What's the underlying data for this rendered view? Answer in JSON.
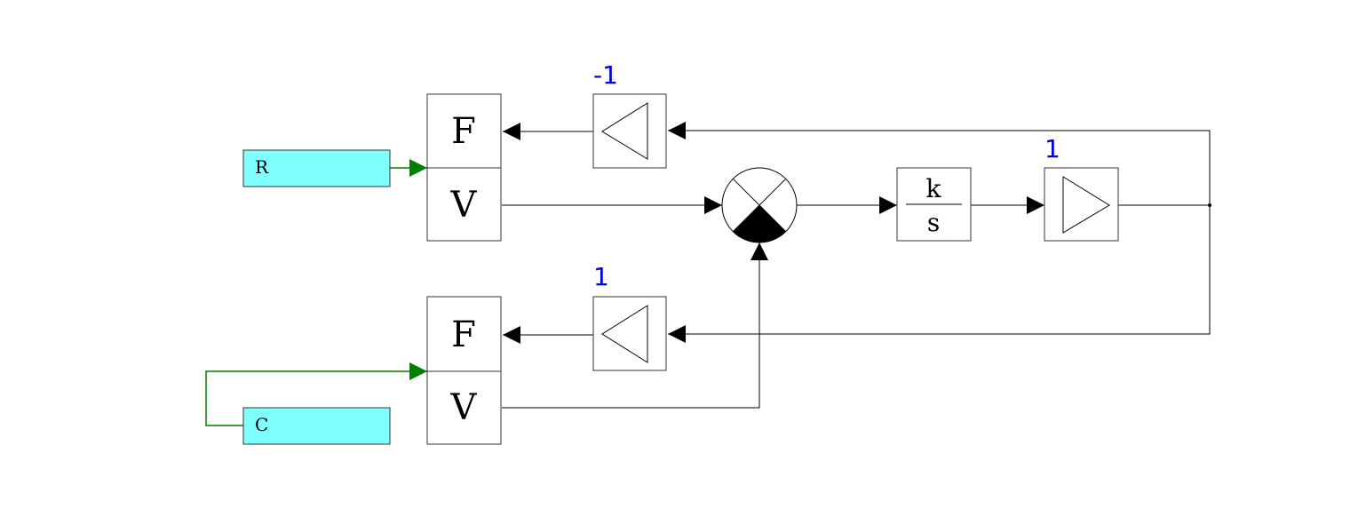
{
  "blocks": {
    "input_r": {
      "label": "R",
      "color": "#80ffff"
    },
    "input_c": {
      "label": "C",
      "color": "#80ffff"
    },
    "upper_fv": {
      "top": "F",
      "bottom": "V"
    },
    "lower_fv": {
      "top": "F",
      "bottom": "V"
    },
    "upper_gain": {
      "value": "-1"
    },
    "lower_gain": {
      "value": "1"
    },
    "output_gain": {
      "value": "1"
    },
    "integrator": {
      "numerator": "k",
      "denominator": "s"
    }
  },
  "colors": {
    "param_text": "#0000e0",
    "signal_wire": "#008000",
    "wire": "#000000"
  }
}
